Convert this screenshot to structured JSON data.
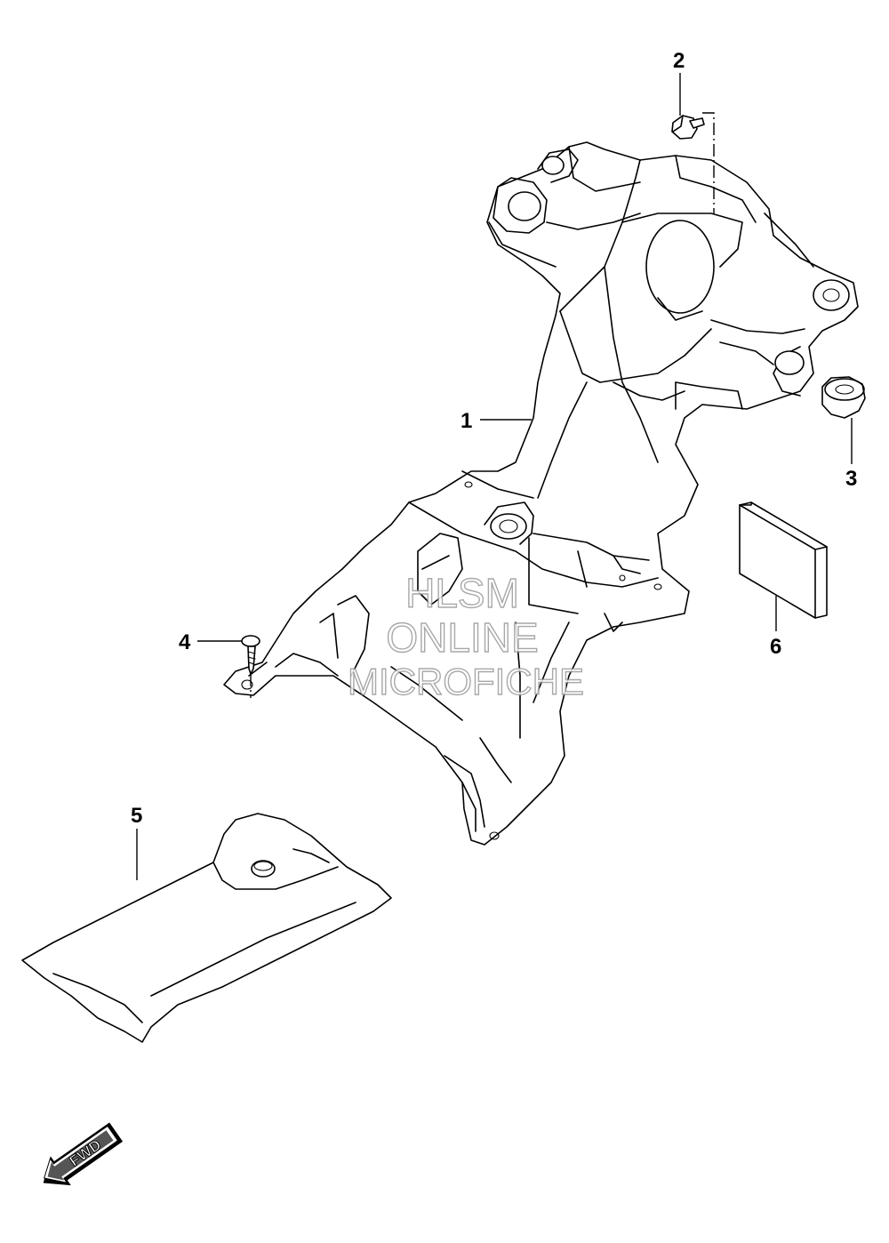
{
  "callouts": [
    {
      "number": "1",
      "part": "rear fender"
    },
    {
      "number": "2",
      "part": "bolt"
    },
    {
      "number": "3",
      "part": "cushion"
    },
    {
      "number": "4",
      "part": "screw"
    },
    {
      "number": "5",
      "part": "mud guard"
    },
    {
      "number": "6",
      "part": "label"
    }
  ],
  "watermark": {
    "line1": "HLSM",
    "line2": "ONLINE",
    "line3": "MICROFICHE"
  },
  "direction_badge": "FWD",
  "colors": {
    "line": "#000000",
    "background": "#ffffff",
    "watermark": "#9a9a9a"
  }
}
